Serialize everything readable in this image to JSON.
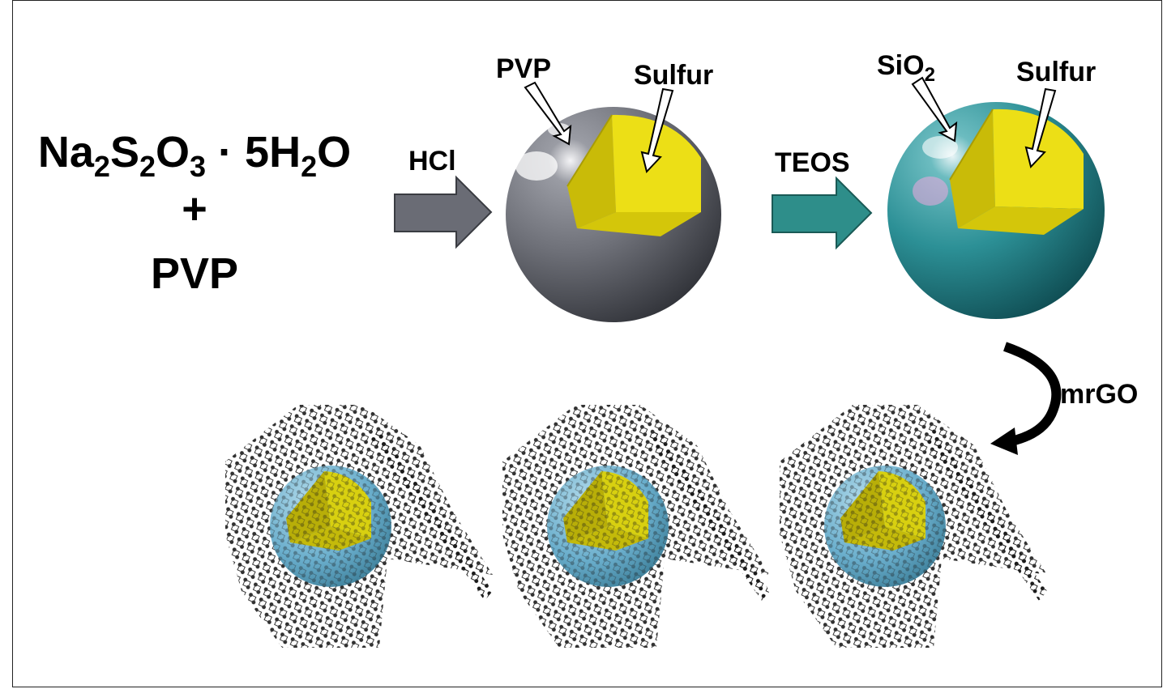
{
  "reactants": {
    "formula": {
      "parts": [
        {
          "t": "Na",
          "sub": false
        },
        {
          "t": "2",
          "sub": true
        },
        {
          "t": "S",
          "sub": false
        },
        {
          "t": "2",
          "sub": true
        },
        {
          "t": "O",
          "sub": false
        },
        {
          "t": "3",
          "sub": true
        },
        {
          "t": " · 5H",
          "sub": false
        },
        {
          "t": "2",
          "sub": true
        },
        {
          "t": "O",
          "sub": false
        }
      ]
    },
    "plus": "+",
    "second": "PVP"
  },
  "step1": {
    "reagent": "HCl",
    "arrow_color": "#6a6c75"
  },
  "particle1": {
    "shell_label": "PVP",
    "core_label": "Sulfur",
    "shell_color": "#5e6068",
    "core_color": "#e6dc10"
  },
  "step2": {
    "reagent": "TEOS",
    "arrow_color": "#2e8e8a"
  },
  "particle2": {
    "shell_label": {
      "parts": [
        {
          "t": "SiO",
          "sub": false
        },
        {
          "t": "2",
          "sub": true
        }
      ]
    },
    "core_label": "Sulfur",
    "shell_color": "#2a8a8e",
    "core_color": "#e6dc10"
  },
  "step3": {
    "reagent": "mrGO"
  },
  "products": {
    "count": 3,
    "shell_color": "#6ab0cc",
    "core_color": "#d8d010",
    "graphene_color": "#1a1a1a"
  }
}
